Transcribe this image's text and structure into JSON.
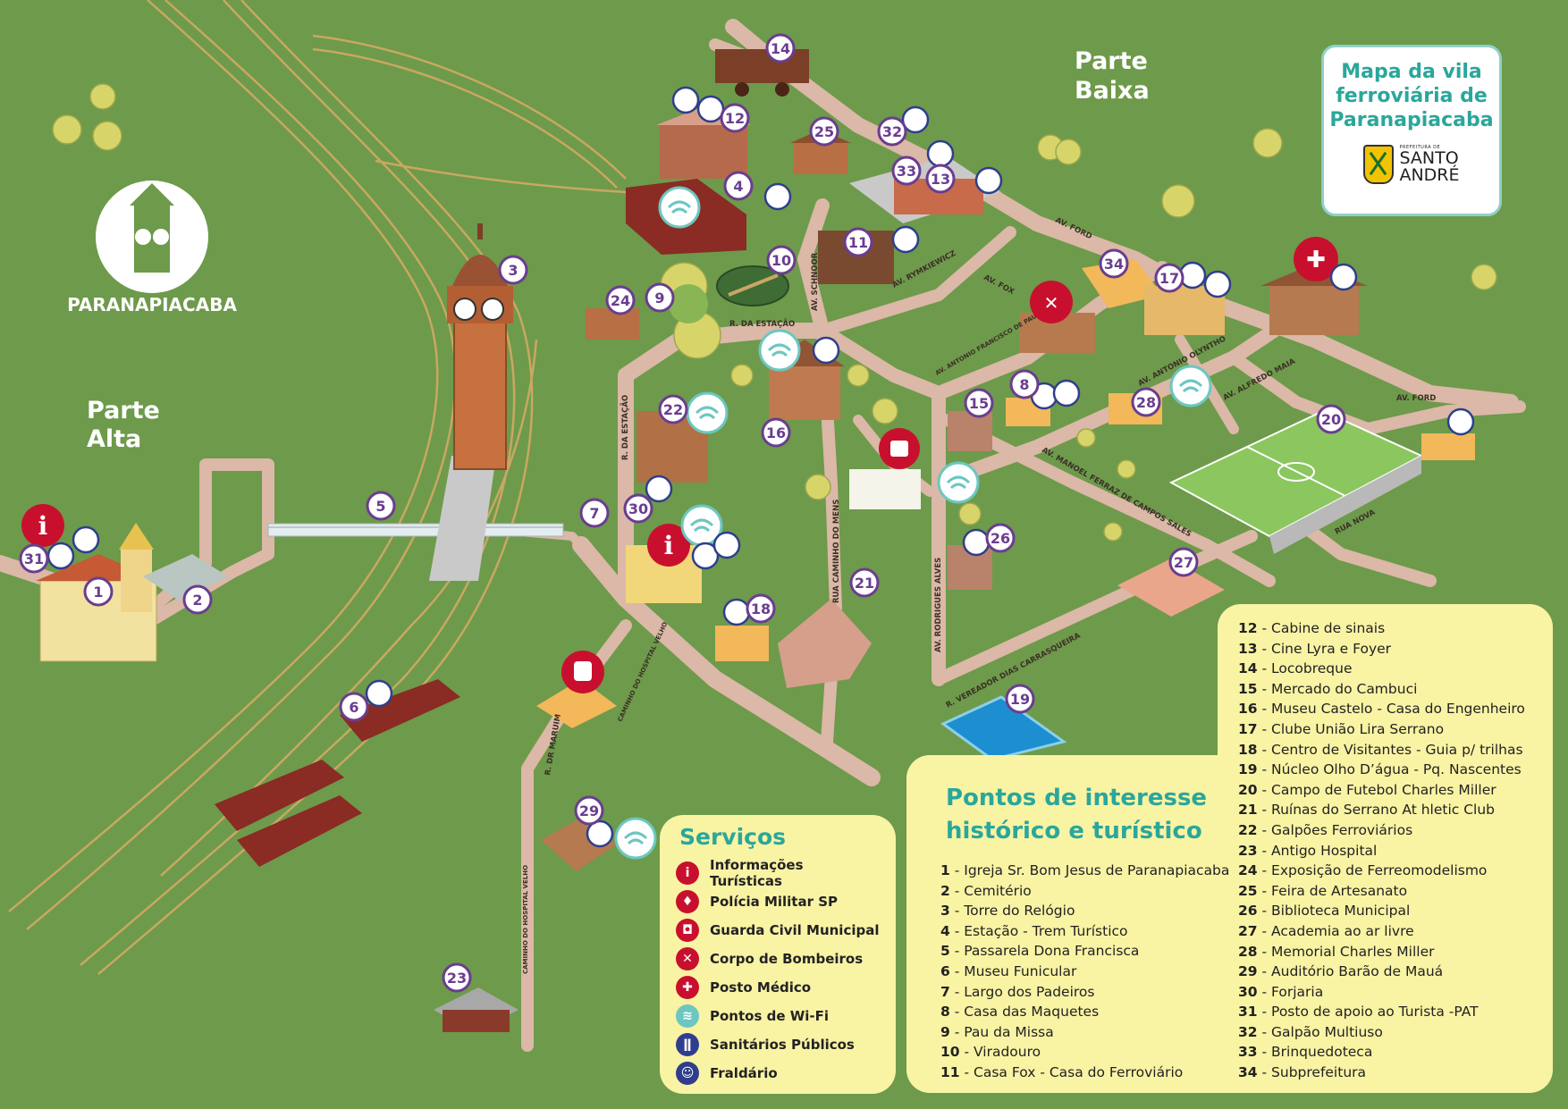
{
  "title": "Mapa da vila ferroviária de Paranapiacaba",
  "title_lines": [
    "Mapa da vila",
    "ferroviária de",
    "Paranapiacaba"
  ],
  "logo": {
    "small": "PREFEITURA DE",
    "line1": "SANTO",
    "line2": "ANDRÉ",
    "emblem_name": "paranapiacaba-clock-tower-emblem",
    "emblem_text": "PARANAPIACABA"
  },
  "regions": {
    "alta": [
      "Parte",
      "Alta"
    ],
    "baixa": [
      "Parte",
      "Baixa"
    ]
  },
  "streets": [
    {
      "id": "av-ford-1",
      "label": "AV. FORD"
    },
    {
      "id": "av-fox",
      "label": "AV. FOX"
    },
    {
      "id": "av-rymkiewicz",
      "label": "AV. RYMKIEWICZ"
    },
    {
      "id": "av-schnoor",
      "label": "AV. SCHNOOR"
    },
    {
      "id": "r-estacao-1",
      "label": "R. DA ESTAÇÃO"
    },
    {
      "id": "r-estacao-2",
      "label": "R. DA ESTAÇÃO"
    },
    {
      "id": "av-antonio-francisco",
      "label": "AV. ANTONIO FRANCISCO DE PAULA SOUZA"
    },
    {
      "id": "av-antonio-olyntho",
      "label": "AV. ANTONIO OLYNTHO"
    },
    {
      "id": "av-alfredo-maia",
      "label": "AV. ALFREDO MAIA"
    },
    {
      "id": "av-ford-2",
      "label": "AV. FORD"
    },
    {
      "id": "av-manoel",
      "label": "AV. MANOEL FERRAZ DE CAMPOS SALES"
    },
    {
      "id": "rua-nova",
      "label": "RUA NOVA"
    },
    {
      "id": "rua-caminho-mens",
      "label": "RUA CAMINHO DO MENS"
    },
    {
      "id": "av-rodrigues",
      "label": "AV. RODRIGUES ALVES"
    },
    {
      "id": "r-vereador",
      "label": "R. VEREADOR DIAS CARRASQUEIRA"
    },
    {
      "id": "caminho-hospital-1",
      "label": "CAMINHO DO HOSPITAL VELHO"
    },
    {
      "id": "caminho-hospital-2",
      "label": "CAMINHO DO HOSPITAL VELHO"
    },
    {
      "id": "r-dr-maruim",
      "label": "R. DR MARUIM"
    }
  ],
  "markers": [
    "1",
    "2",
    "3",
    "4",
    "5",
    "6",
    "7",
    "8",
    "9",
    "10",
    "11",
    "12",
    "13",
    "14",
    "15",
    "16",
    "17",
    "18",
    "19",
    "20",
    "21",
    "22",
    "23",
    "24",
    "25",
    "26",
    "27",
    "28",
    "29",
    "30",
    "31",
    "32",
    "33",
    "34"
  ],
  "services": {
    "title": "Serviços",
    "items": [
      {
        "label": "Informações Turísticas",
        "icon": "info-icon",
        "color": "#c8102e",
        "glyph": "i"
      },
      {
        "label": "Polícia Militar SP",
        "icon": "police-icon",
        "color": "#c8102e",
        "glyph": "♦"
      },
      {
        "label": "Guarda Civil Municipal",
        "icon": "municipal-guard-icon",
        "color": "#c8102e",
        "glyph": "◘"
      },
      {
        "label": "Corpo de Bombeiros",
        "icon": "fire-department-icon",
        "color": "#c8102e",
        "glyph": "✕"
      },
      {
        "label": "Posto Médico",
        "icon": "medical-cross-icon",
        "color": "#c8102e",
        "glyph": "✚"
      },
      {
        "label": "Pontos de Wi-Fi",
        "icon": "wifi-icon",
        "color": "#6cc7c0",
        "glyph": "≋"
      },
      {
        "label": "Sanitários Públicos",
        "icon": "restroom-icon",
        "color": "#2f3e8c",
        "glyph": "ǁ"
      },
      {
        "label": "Fraldário",
        "icon": "baby-changing-icon",
        "color": "#2f3e8c",
        "glyph": "☺"
      }
    ]
  },
  "poi": {
    "title_lines": [
      "Pontos de interesse",
      "histórico e turístico"
    ],
    "items": [
      {
        "n": "1",
        "label": "Igreja Sr. Bom Jesus de Paranapiacaba"
      },
      {
        "n": "2",
        "label": "Cemitério"
      },
      {
        "n": "3",
        "label": "Torre do Relógio"
      },
      {
        "n": "4",
        "label": "Estação - Trem Turístico"
      },
      {
        "n": "5",
        "label": "Passarela Dona Francisca"
      },
      {
        "n": "6",
        "label": "Museu Funicular"
      },
      {
        "n": "7",
        "label": "Largo dos Padeiros"
      },
      {
        "n": "8",
        "label": "Casa das Maquetes"
      },
      {
        "n": "9",
        "label": "Pau da Missa"
      },
      {
        "n": "10",
        "label": "Viradouro"
      },
      {
        "n": "11",
        "label": "Casa Fox - Casa do Ferroviário"
      },
      {
        "n": "12",
        "label": "Cabine de sinais"
      },
      {
        "n": "13",
        "label": "Cine Lyra e Foyer"
      },
      {
        "n": "14",
        "label": "Locobreque"
      },
      {
        "n": "15",
        "label": "Mercado do Cambuci"
      },
      {
        "n": "16",
        "label": "Museu Castelo - Casa do Engenheiro"
      },
      {
        "n": "17",
        "label": "Clube União Lira Serrano"
      },
      {
        "n": "18",
        "label": "Centro de Visitantes - Guia p/ trilhas"
      },
      {
        "n": "19",
        "label": "Núcleo Olho D’água - Pq. Nascentes"
      },
      {
        "n": "20",
        "label": "Campo de Futebol Charles Miller"
      },
      {
        "n": "21",
        "label": "Ruínas do Serrano At hletic Club"
      },
      {
        "n": "22",
        "label": "Galpões Ferroviários"
      },
      {
        "n": "23",
        "label": "Antigo Hospital"
      },
      {
        "n": "24",
        "label": "Exposição de Ferreomodelismo"
      },
      {
        "n": "25",
        "label": "Feira de Artesanato"
      },
      {
        "n": "26",
        "label": "Biblioteca Municipal"
      },
      {
        "n": "27",
        "label": "Academia ao ar livre"
      },
      {
        "n": "28",
        "label": "Memorial Charles Miller"
      },
      {
        "n": "29",
        "label": "Auditório Barão de Mauá"
      },
      {
        "n": "30",
        "label": "Forjaria"
      },
      {
        "n": "31",
        "label": " Posto de apoio ao Turista -PAT"
      },
      {
        "n": "32",
        "label": "Galpão Multiuso"
      },
      {
        "n": "33",
        "label": "Brinquedoteca"
      },
      {
        "n": "34",
        "label": "Subprefeitura"
      }
    ]
  }
}
